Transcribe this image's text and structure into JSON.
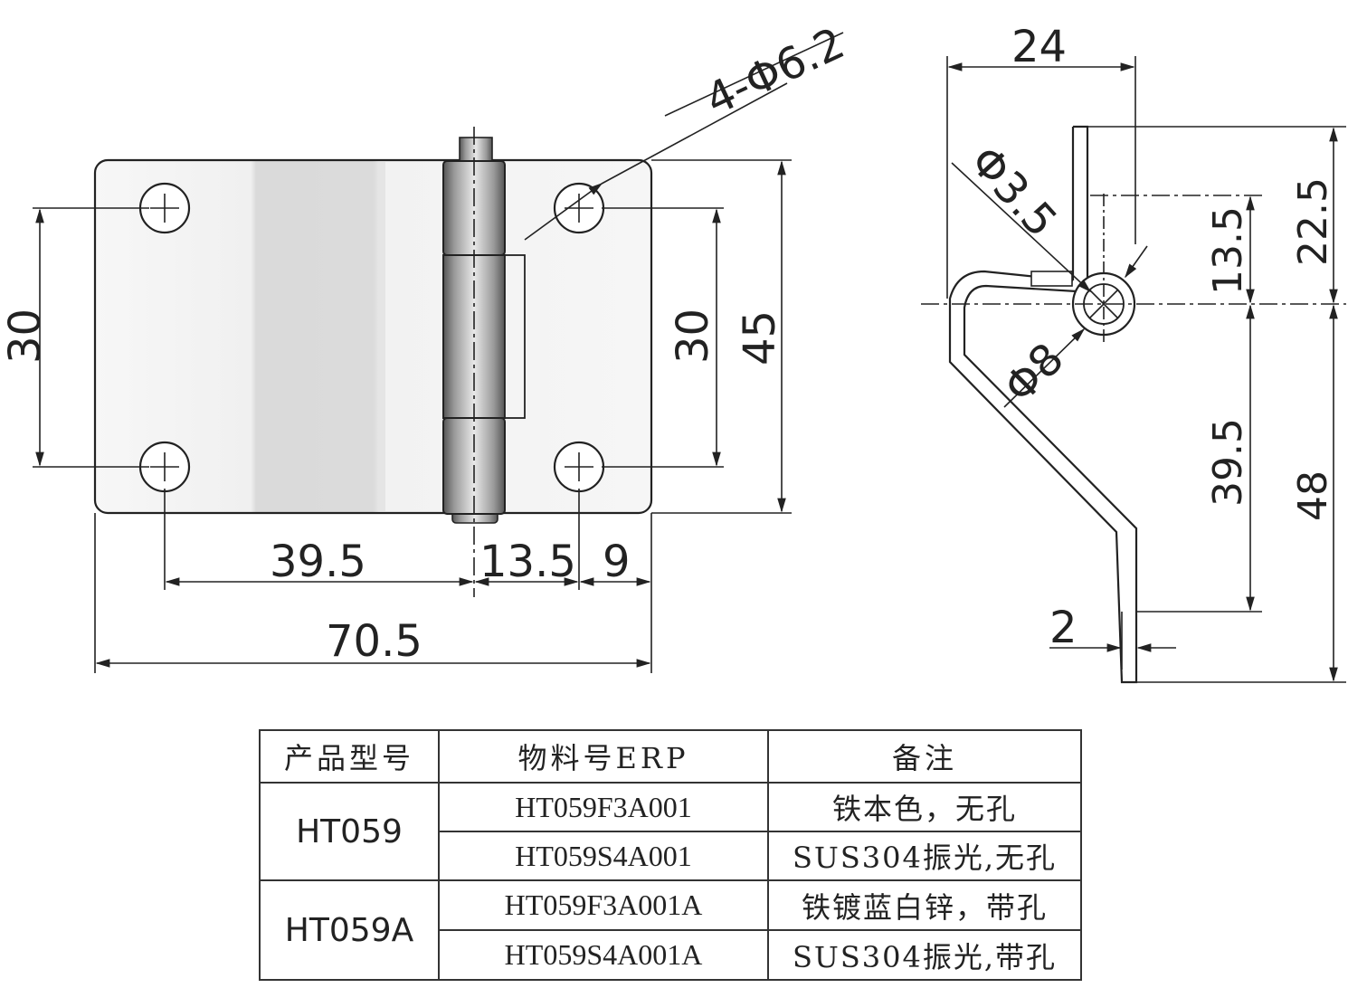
{
  "front_view": {
    "hole_label": "4-Φ6.2",
    "dim_left_height": "30",
    "dim_right_inner_height": "30",
    "dim_total_height": "45",
    "dim_left_span": "39.5",
    "dim_center_span": "13.5",
    "dim_right_span": "9",
    "dim_total_width": "70.5"
  },
  "side_view": {
    "dim_top_width": "24",
    "dim_pin_dia": "Φ3.5",
    "dim_knuckle_dia": "Φ8",
    "dim_upper_short": "13.5",
    "dim_upper_total": "22.5",
    "dim_lower_inner": "39.5",
    "dim_lower_total": "48",
    "dim_thickness": "2"
  },
  "table": {
    "headers": [
      "产品型号",
      "物料号ERP",
      "备注"
    ],
    "groups": [
      {
        "model": "HT059",
        "rows": [
          {
            "erp": "HT059F3A001",
            "note": "铁本色，无孔"
          },
          {
            "erp": "HT059S4A001",
            "note": "SUS304振光,无孔"
          }
        ]
      },
      {
        "model": "HT059A",
        "rows": [
          {
            "erp": "HT059F3A001A",
            "note": "铁镀蓝白锌，带孔"
          },
          {
            "erp": "HT059S4A001A",
            "note": "SUS304振光,带孔"
          }
        ]
      }
    ]
  }
}
